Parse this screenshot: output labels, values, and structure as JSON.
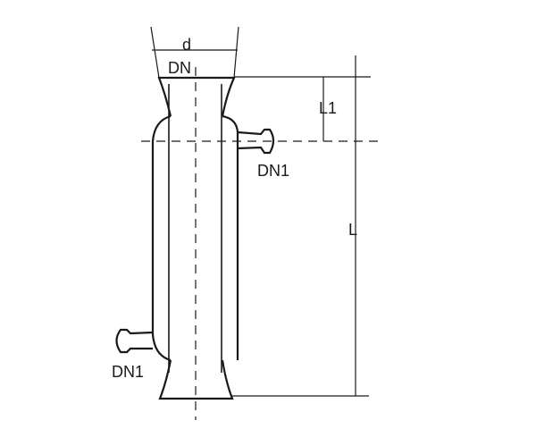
{
  "labels": {
    "d": "d",
    "dn": "DN",
    "l1": "L1",
    "dn1_right": "DN1",
    "l": "L",
    "dn1_left": "DN1"
  },
  "colors": {
    "stroke": "#1a1a1a",
    "background": "#ffffff"
  }
}
